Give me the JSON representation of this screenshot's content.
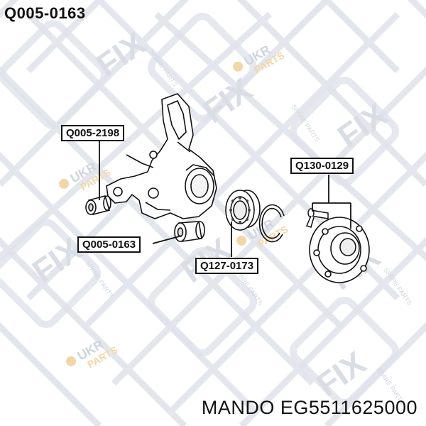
{
  "header": {
    "title": "Q005-0163"
  },
  "footer": {
    "text": "MANDO EG5511625000"
  },
  "callouts": {
    "bushing_upper": "Q005-2198",
    "bushing_lower": "Q005-0163",
    "bearing": "Q127-0173",
    "wheel_bolt": "Q130-0129"
  },
  "watermark": {
    "brand": "FIX",
    "sub": "SPARE PARTS",
    "ukr": "UKR",
    "parts": "PARTS"
  },
  "colors": {
    "watermark_gray": "#d6dbe4",
    "watermark_orange": "#f7d9a8",
    "line": "#111111"
  }
}
